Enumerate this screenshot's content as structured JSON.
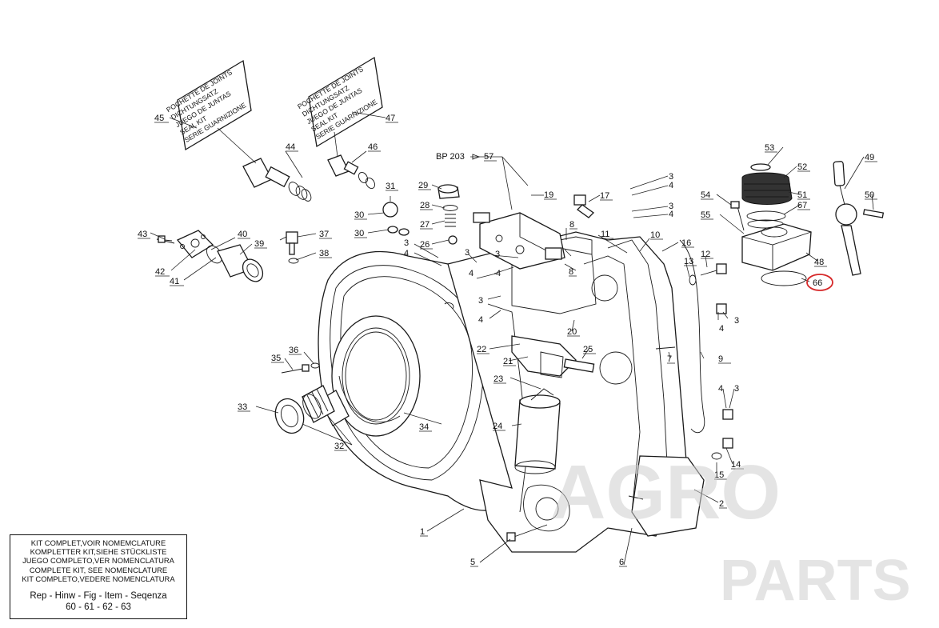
{
  "kit_label_lines": [
    "POCHETTE DE JOINTS",
    "DICHTUNGSATZ",
    "JUEGO DE JUNTAS",
    "SEAL KIT",
    "SERIE GUARNIZIONE"
  ],
  "reference_label": "BP 203",
  "callouts": [
    {
      "id": "c1",
      "label": "1"
    },
    {
      "id": "c2",
      "label": "2"
    },
    {
      "id": "c3a",
      "label": "3"
    },
    {
      "id": "c3b",
      "label": "3"
    },
    {
      "id": "c3c",
      "label": "3"
    },
    {
      "id": "c3d",
      "label": "3"
    },
    {
      "id": "c3e",
      "label": "3"
    },
    {
      "id": "c3f",
      "label": "3"
    },
    {
      "id": "c3g",
      "label": "3"
    },
    {
      "id": "c3h",
      "label": "3"
    },
    {
      "id": "c4a",
      "label": "4"
    },
    {
      "id": "c4b",
      "label": "4"
    },
    {
      "id": "c4c",
      "label": "4"
    },
    {
      "id": "c4d",
      "label": "4"
    },
    {
      "id": "c4e",
      "label": "4"
    },
    {
      "id": "c4f",
      "label": "4"
    },
    {
      "id": "c4g",
      "label": "4"
    },
    {
      "id": "c4h",
      "label": "4"
    },
    {
      "id": "c5",
      "label": "5"
    },
    {
      "id": "c6",
      "label": "6"
    },
    {
      "id": "c7",
      "label": "7"
    },
    {
      "id": "c8a",
      "label": "8"
    },
    {
      "id": "c8b",
      "label": "8"
    },
    {
      "id": "c9",
      "label": "9"
    },
    {
      "id": "c10",
      "label": "10"
    },
    {
      "id": "c11",
      "label": "11"
    },
    {
      "id": "c12",
      "label": "12"
    },
    {
      "id": "c13",
      "label": "13"
    },
    {
      "id": "c14",
      "label": "14"
    },
    {
      "id": "c15",
      "label": "15"
    },
    {
      "id": "c16",
      "label": "16"
    },
    {
      "id": "c17",
      "label": "17"
    },
    {
      "id": "c19",
      "label": "19"
    },
    {
      "id": "c20",
      "label": "20"
    },
    {
      "id": "c21",
      "label": "21"
    },
    {
      "id": "c22",
      "label": "22"
    },
    {
      "id": "c23",
      "label": "23"
    },
    {
      "id": "c24",
      "label": "24"
    },
    {
      "id": "c25",
      "label": "25"
    },
    {
      "id": "c26",
      "label": "26"
    },
    {
      "id": "c27",
      "label": "27"
    },
    {
      "id": "c28",
      "label": "28"
    },
    {
      "id": "c29",
      "label": "29"
    },
    {
      "id": "c30a",
      "label": "30"
    },
    {
      "id": "c30b",
      "label": "30"
    },
    {
      "id": "c31",
      "label": "31"
    },
    {
      "id": "c32",
      "label": "32"
    },
    {
      "id": "c33",
      "label": "33"
    },
    {
      "id": "c34",
      "label": "34"
    },
    {
      "id": "c35",
      "label": "35"
    },
    {
      "id": "c36",
      "label": "36"
    },
    {
      "id": "c37",
      "label": "37"
    },
    {
      "id": "c38",
      "label": "38"
    },
    {
      "id": "c39",
      "label": "39"
    },
    {
      "id": "c40",
      "label": "40"
    },
    {
      "id": "c41",
      "label": "41"
    },
    {
      "id": "c42",
      "label": "42"
    },
    {
      "id": "c43",
      "label": "43"
    },
    {
      "id": "c44",
      "label": "44"
    },
    {
      "id": "c45",
      "label": "45"
    },
    {
      "id": "c46",
      "label": "46"
    },
    {
      "id": "c47",
      "label": "47"
    },
    {
      "id": "c48",
      "label": "48"
    },
    {
      "id": "c49",
      "label": "49"
    },
    {
      "id": "c50",
      "label": "50"
    },
    {
      "id": "c51",
      "label": "51"
    },
    {
      "id": "c52",
      "label": "52"
    },
    {
      "id": "c53",
      "label": "53"
    },
    {
      "id": "c54",
      "label": "54"
    },
    {
      "id": "c55",
      "label": "55"
    },
    {
      "id": "c57",
      "label": "57"
    },
    {
      "id": "c66",
      "label": "66"
    },
    {
      "id": "c67",
      "label": "67"
    }
  ],
  "highlighted_callout": "66",
  "highlight_color": "#d62728",
  "info_box": {
    "kit_lines": [
      "KIT COMPLET,VOIR NOMEMCLATURE",
      "KOMPLETTER KIT,SIEHE STÜCKLISTE",
      "JUEGO COMPLETO,VER NOMENCLATURA",
      "COMPLETE KIT, SEE NOMENCLATURE",
      "KIT COMPLETO,VEDERE NOMENCLATURA"
    ],
    "ref_header": "Rep - Hinw - Fig - Item - Seqenza",
    "ref_values": "60 - 61 - 62 - 63"
  },
  "watermark": {
    "line1": "AGRO",
    "line2": "PARTS",
    "color": "#cfcfcf"
  }
}
